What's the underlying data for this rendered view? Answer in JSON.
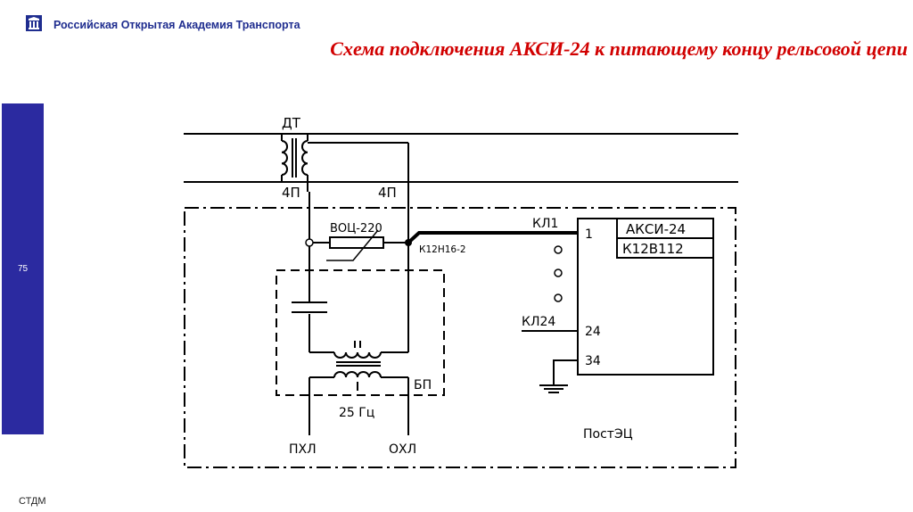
{
  "header": {
    "org_name": "Российская Открытая Академия Транспорта",
    "logo_icon": "academy-logo",
    "brand_color": "#1f2d8f"
  },
  "title": "Схема подключения АКСИ-24 к питающему концу рельсовой цепи",
  "title_color": "#d10000",
  "sidebar": {
    "slide_number": "75",
    "color": "#2b2aa0"
  },
  "footer": {
    "text": "СТДМ"
  },
  "diagram": {
    "transformer_label": "ДТ",
    "terminal_left": "4П",
    "terminal_right": "4П",
    "resistor_label": "ВОЦ-220",
    "junction_label": "К12Н16-2",
    "bp_label": "БП",
    "freq_label": "25 Гц",
    "line_left": "ПХЛ",
    "line_right": "ОХЛ",
    "post_label": "ПостЭЦ",
    "device_name": "АКСИ-24",
    "device_model": "К12В112",
    "input_first_label": "КЛ1",
    "input_last_label": "КЛ24",
    "pin_1": "1",
    "pin_24": "24",
    "pin_34": "34"
  }
}
